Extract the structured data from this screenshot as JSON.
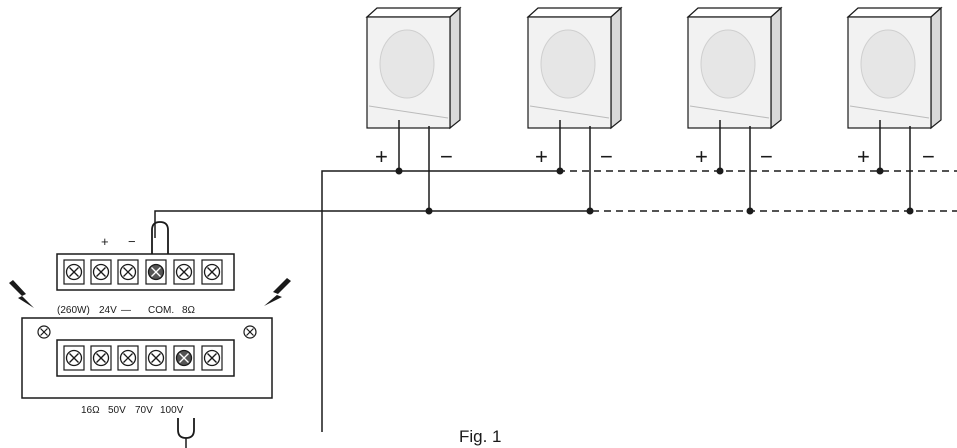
{
  "speakers": [
    {
      "plus": "+",
      "minus": "−"
    },
    {
      "plus": "+",
      "minus": "−"
    },
    {
      "plus": "+",
      "minus": "−"
    },
    {
      "plus": "+",
      "minus": "−"
    }
  ],
  "terminal_block_top": {
    "polarity_plus": "+",
    "polarity_minus": "−",
    "label_260w": "(260W)",
    "label_24v": "24V",
    "label_dash": "—",
    "label_com": "COM.",
    "label_8ohm": "8Ω"
  },
  "terminal_block_bottom": {
    "labels": [
      "16Ω",
      "50V",
      "70V",
      "100V"
    ]
  },
  "caption": "Fig. 1",
  "colors": {
    "line": "#1a1a1a",
    "speaker_face": "#f2f2f2",
    "speaker_side": "#d9d9d9",
    "screw_dark": "#555555"
  }
}
